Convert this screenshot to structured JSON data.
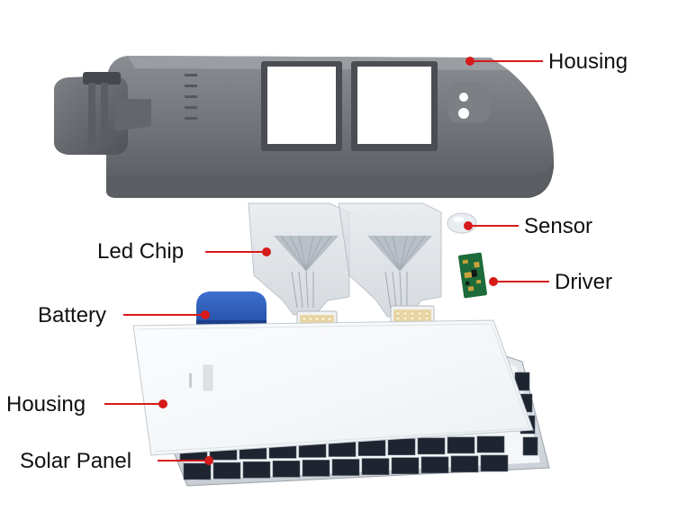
{
  "diagram": {
    "labels": {
      "housing_top": "Housing",
      "sensor": "Sensor",
      "led_chip": "Led Chip",
      "driver": "Driver",
      "battery": "Battery",
      "housing_bottom": "Housing",
      "solar_panel": "Solar Panel"
    },
    "colors": {
      "leader": "#d61a1a",
      "housing": "#6e7276",
      "battery": "#1f4fb0",
      "pcb": "#1d6b3a",
      "solar_cell": "#1e2530",
      "label_text": "#111111"
    }
  }
}
